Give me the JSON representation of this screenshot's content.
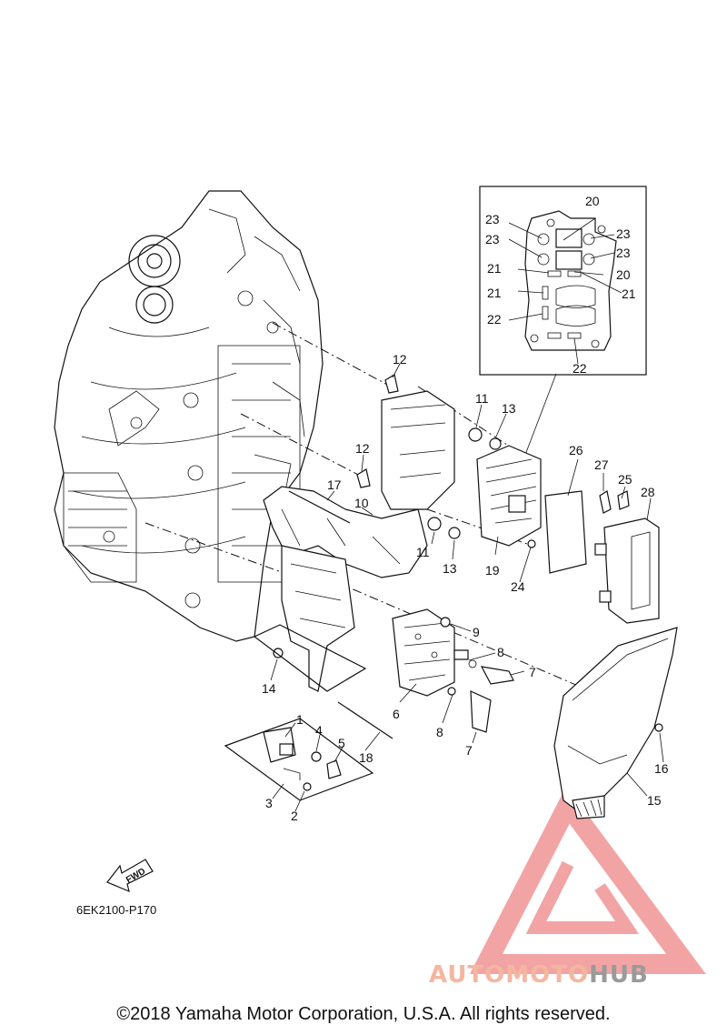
{
  "callouts": {
    "c1": "1",
    "c2": "2",
    "c3": "3",
    "c4": "4",
    "c5": "5",
    "c6": "6",
    "c7a": "7",
    "c7b": "7",
    "c8a": "8",
    "c8b": "8",
    "c9": "9",
    "c10": "10",
    "c11a": "11",
    "c11b": "11",
    "c12a": "12",
    "c12b": "12",
    "c13a": "13",
    "c13b": "13",
    "c14": "14",
    "c15": "15",
    "c16": "16",
    "c17": "17",
    "c18": "18",
    "c19": "19",
    "c20a": "20",
    "c20b": "20",
    "c21a": "21",
    "c21b": "21",
    "c21c": "21",
    "c22a": "22",
    "c22b": "22",
    "c23a": "23",
    "c23b": "23",
    "c23c": "23",
    "c23d": "23",
    "c24": "24",
    "c25": "25",
    "c26": "26",
    "c27": "27",
    "c28": "28"
  },
  "fwd_label": "FWD",
  "diagram_code": "6EK2100-P170",
  "copyright": "©2018 Yamaha Motor Corporation, U.S.A. All rights reserved.",
  "watermark": {
    "part1": "AUTOMOTO",
    "part2": "HUB",
    "color_primary": "#e85a5a",
    "color_secondary": "#9a9a9a"
  }
}
